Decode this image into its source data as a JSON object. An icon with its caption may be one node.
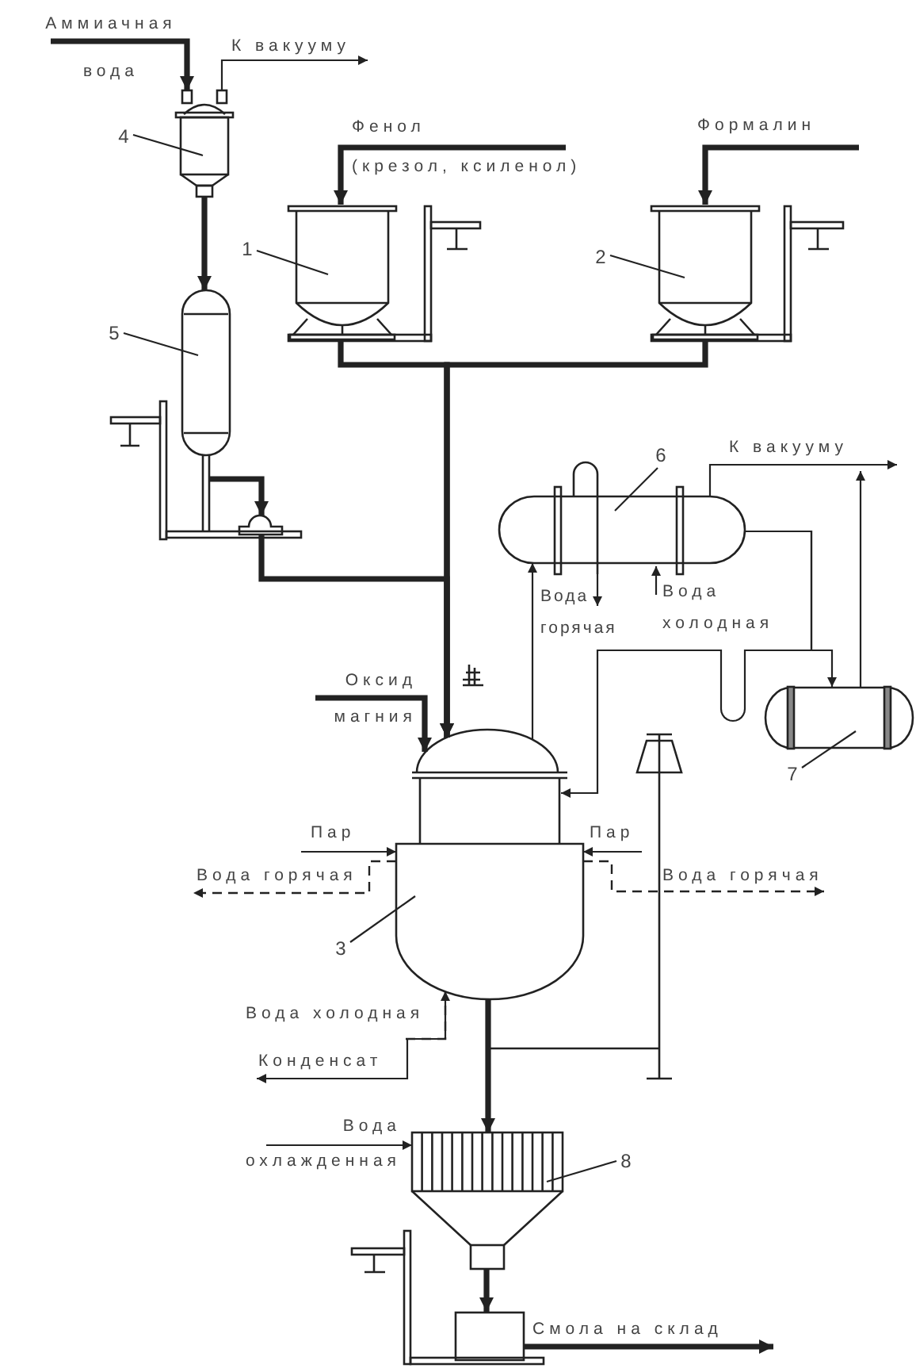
{
  "diagram": {
    "nodes": [
      {
        "text": [
          "4"
        ]
      },
      {
        "text": [],
        "shape": "vessel"
      },
      {
        "text": [
          "1"
        ]
      },
      {
        "text": [],
        "shape": "tank"
      },
      {
        "text": [
          "2"
        ]
      },
      {
        "text": [],
        "shape": "tank"
      },
      {
        "text": [
          "5"
        ]
      },
      {
        "text": [],
        "shape": "column"
      },
      {
        "text": [
          "6"
        ]
      },
      {
        "text": [],
        "shape": "condenser"
      },
      {
        "text": [],
        "shape": "pump"
      },
      {
        "text": [],
        "shape": "reactor"
      },
      {
        "text": [
          "7"
        ]
      },
      {
        "text": [],
        "shape": "cylinder"
      },
      {
        "text": [
          "3"
        ]
      },
      {
        "text": [
          "8"
        ]
      },
      {
        "text": [],
        "shape": "cooler"
      },
      {
        "text": [],
        "shape": "box"
      }
    ],
    "edges": [
      {
        "from": null,
        "to": 1,
        "arrow": "to",
        "label": "Аммиачная вода",
        "style": "thick"
      },
      {
        "from": 1,
        "to": null,
        "arrow": "to",
        "label": "К вакууму"
      },
      {
        "from": 0,
        "to": 1,
        "arrow": "none"
      },
      {
        "from": null,
        "to": 3,
        "arrow": "to",
        "label": "Фенол (крезол, ксиленол)",
        "style": "thick"
      },
      {
        "from": null,
        "to": 5,
        "arrow": "to",
        "label": "Формалин",
        "style": "thick"
      },
      {
        "from": 2,
        "to": 3,
        "arrow": "none"
      },
      {
        "from": 4,
        "to": 5,
        "arrow": "none"
      },
      {
        "from": 1,
        "to": 7,
        "arrow": "to",
        "style": "thick"
      },
      {
        "from": 6,
        "to": 7,
        "arrow": "none"
      },
      {
        "from": 7,
        "to": 10,
        "arrow": "to",
        "style": "thick"
      },
      {
        "from": 3,
        "to": 11,
        "arrow": "to",
        "style": "thick"
      },
      {
        "from": 5,
        "to": 11,
        "arrow": "to",
        "style": "thick"
      },
      {
        "from": 10,
        "to": 11,
        "arrow": "to",
        "style": "thick"
      },
      {
        "from": 8,
        "to": 9,
        "arrow": "none"
      },
      {
        "from": 9,
        "to": null,
        "arrow": "to",
        "label": "К вакууму"
      },
      {
        "from": 13,
        "to": null,
        "arrow": "to"
      },
      {
        "from": 11,
        "to": 9,
        "arrow": "to"
      },
      {
        "from": 9,
        "to": null,
        "arrow": "to",
        "label": "Вода горячая"
      },
      {
        "from": null,
        "to": 9,
        "arrow": "to",
        "label": "Вода холодная"
      },
      {
        "from": 9,
        "to": 13,
        "arrow": "to"
      },
      {
        "from": 9,
        "to": 11,
        "arrow": "to"
      },
      {
        "from": 12,
        "to": 13,
        "arrow": "none"
      },
      {
        "from": null,
        "to": 11,
        "arrow": "to",
        "label": "Оксид магния",
        "style": "thick"
      },
      {
        "from": null,
        "to": 11,
        "arrow": "to",
        "label": "Пар"
      },
      {
        "from": null,
        "to": 11,
        "arrow": "to",
        "label": "Пар"
      },
      {
        "from": 11,
        "to": null,
        "arrow": "to",
        "label": "Вода горячая",
        "style": "dashed"
      },
      {
        "from": 11,
        "to": null,
        "arrow": "to",
        "label": "Вода горячая",
        "style": "dashed"
      },
      {
        "from": 14,
        "to": 11,
        "arrow": "none"
      },
      {
        "from": null,
        "to": 11,
        "arrow": "to",
        "label": "Вода холодная",
        "style": "dashed"
      },
      {
        "from": 11,
        "to": null,
        "arrow": "to",
        "label": "Конденсат"
      },
      {
        "from": 11,
        "to": 16,
        "arrow": "to",
        "style": "thick"
      },
      {
        "from": 15,
        "to": 16,
        "arrow": "none"
      },
      {
        "from": null,
        "to": 16,
        "arrow": "to",
        "label": "Вода охлажденная"
      },
      {
        "from": 16,
        "to": 17,
        "arrow": "to",
        "style": "thick"
      },
      {
        "from": 17,
        "to": null,
        "arrow": "to",
        "label": "Смола на склад",
        "style": "thick"
      }
    ]
  }
}
